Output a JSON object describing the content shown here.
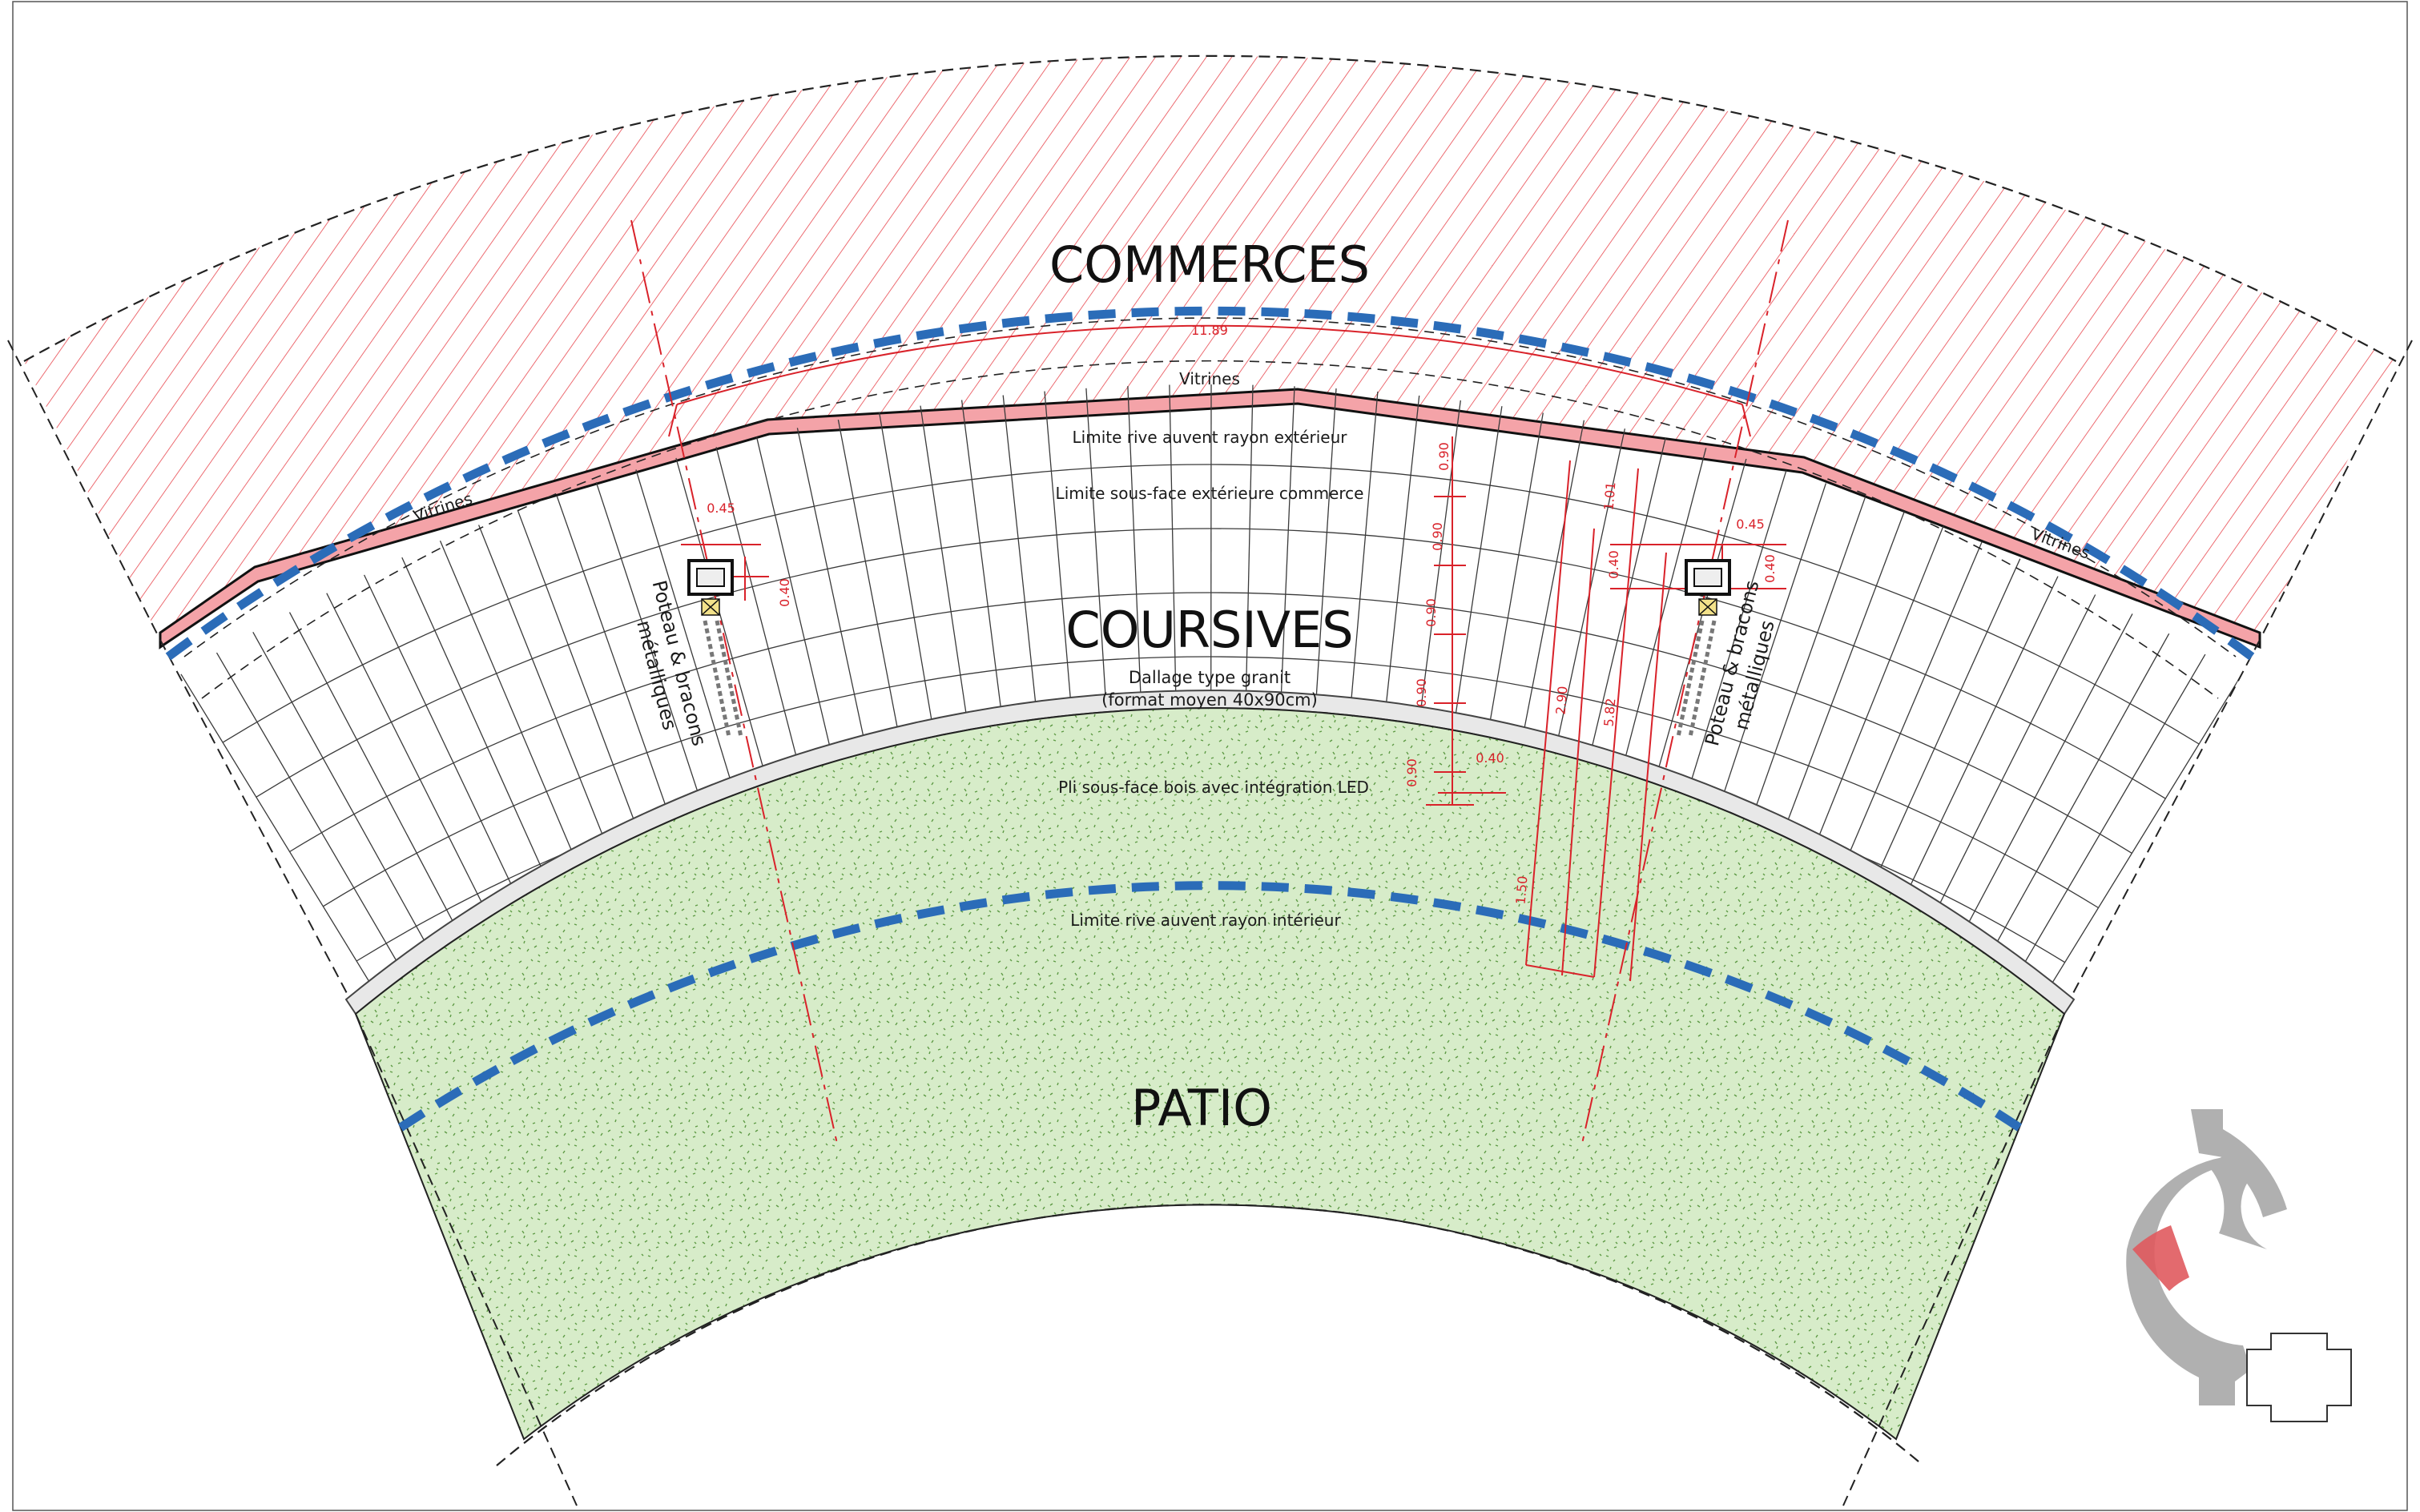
{
  "colors": {
    "commerce_hatch": "#e8474f",
    "vitrine_band": "#f4a3a8",
    "awning_limit": "#2b6cb8",
    "patio_fill": "#d7ecc9",
    "patio_speckle": "#5e9a45",
    "dimension": "#d9222a",
    "legend_grey": "#b0b0b0",
    "legend_highlight": "#e05a5e"
  },
  "zones": {
    "commerces": "COMMERCES",
    "coursives": "COURSIVES",
    "patio": "PATIO"
  },
  "coursives_note": {
    "line1": "Dallage type granit",
    "line2": "(format moyen 40x90cm)"
  },
  "labels": {
    "vitrines_top": "Vitrines",
    "vitrines_left": "Vitrines",
    "vitrines_right": "Vitrines",
    "limite_exterieur": "Limite rive auvent rayon extérieur",
    "limite_sous_face": "Limite sous-face extérieure commerce",
    "pli_sous_face": "Pli sous-face bois avec intégration LED",
    "limite_interieur": "Limite rive auvent rayon intérieur",
    "poteau_left_1": "Poteau & bracons",
    "poteau_left_2": "métalliques",
    "poteau_right_1": "Poteau & bracons",
    "poteau_right_2": "métalliques"
  },
  "dimensions": {
    "arc_length": "11.89",
    "left_045": "0.45",
    "left_040": "0.40",
    "right_045": "0.45",
    "right_040": "0.40",
    "right_040b": "0.40",
    "col_090_a": "0.90",
    "col_090_b": "0.90",
    "col_090_c": "0.90",
    "col_090_d": "0.90",
    "col_090_e": "0.90",
    "width_040": "0.40",
    "dim_101": "1.01",
    "dim_290": "2.90",
    "dim_582": "5.82",
    "dim_150": "1.50"
  }
}
